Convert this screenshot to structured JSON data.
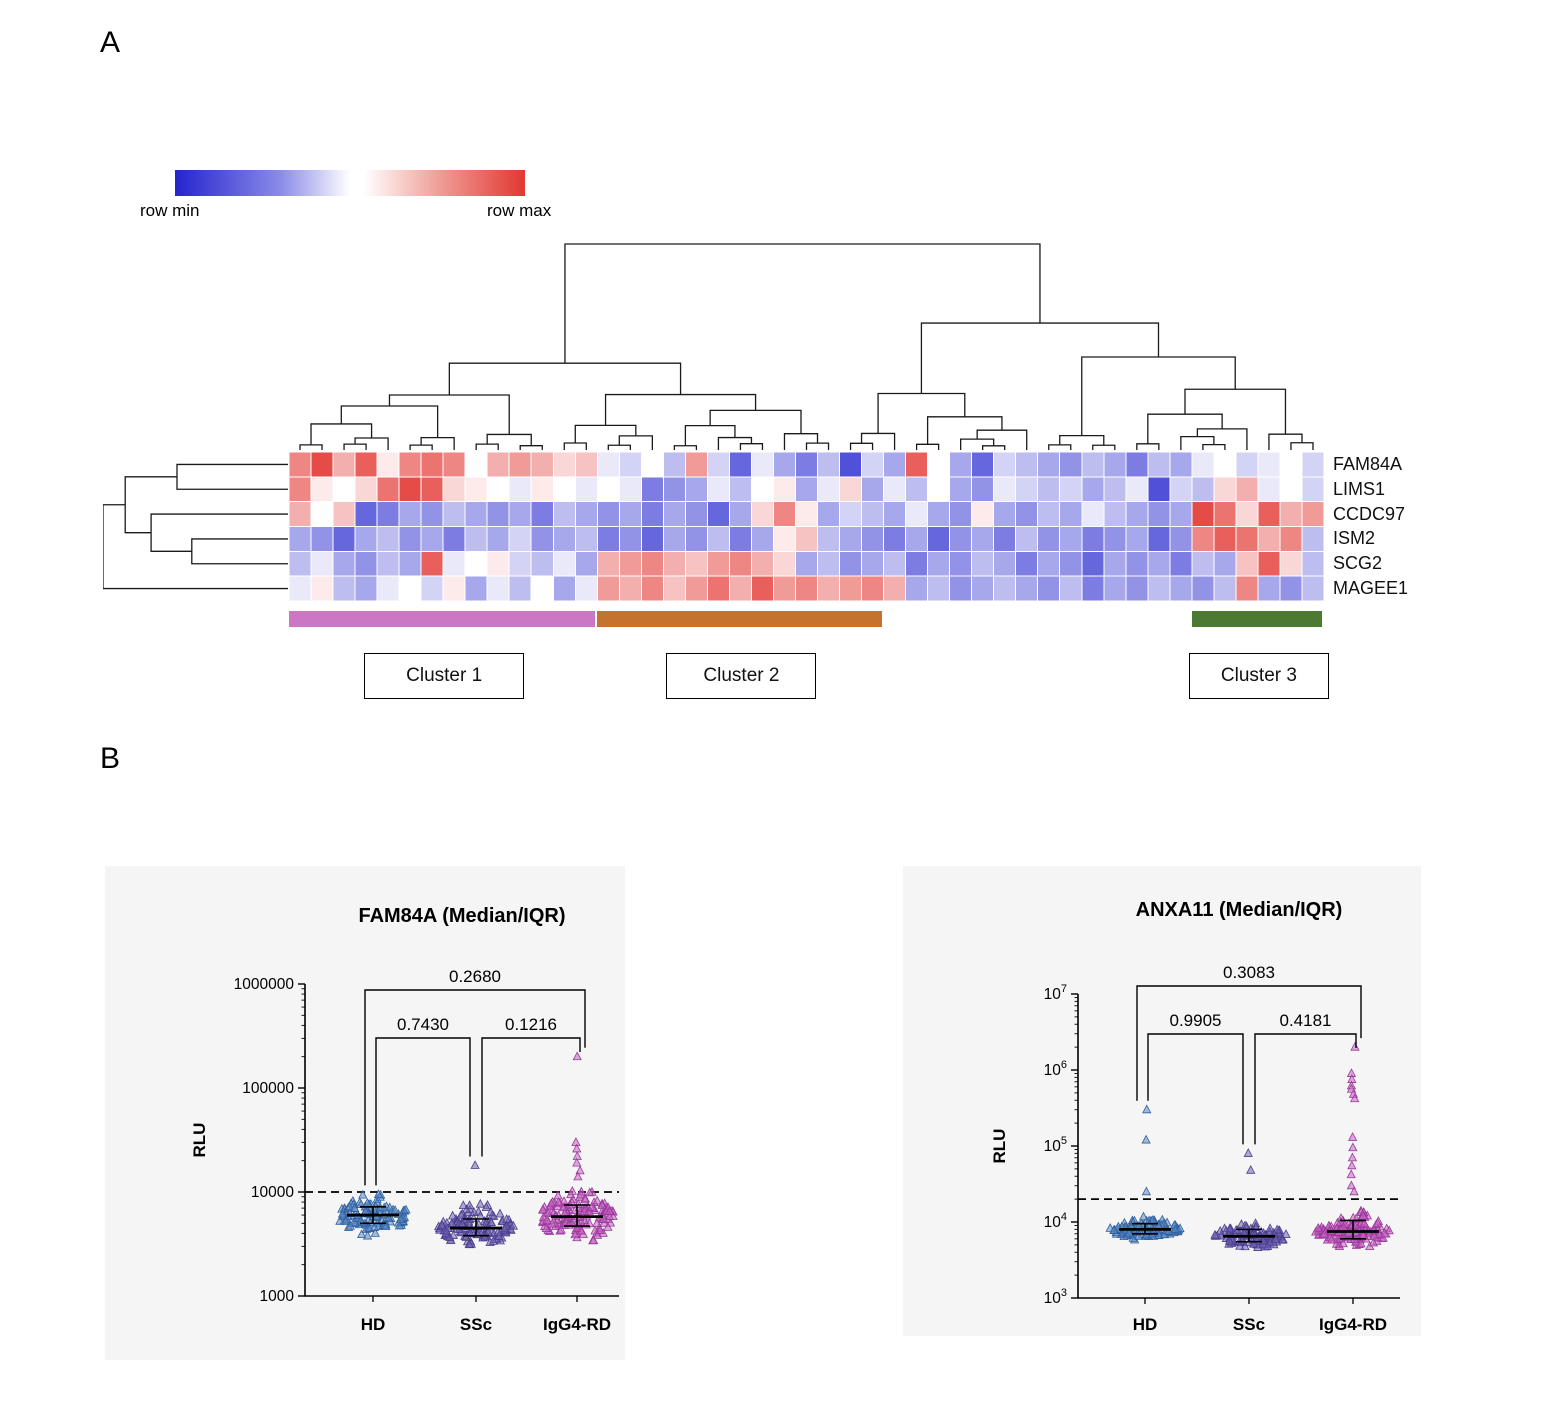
{
  "panels": {
    "a_label": "A",
    "b_label": "B"
  },
  "chart_data": [
    {
      "type": "heatmap",
      "row_labels": [
        "FAM84A",
        "LIMS1",
        "CCDC97",
        "ISM2",
        "SCG2",
        "MAGEE1"
      ],
      "n_columns": 47,
      "colormap": {
        "min": "#2424ce",
        "mid": "#ffffff",
        "max": "#e23732",
        "min_label": "row min",
        "max_label": "row max"
      },
      "row_dendrogram": {
        "h": 1,
        "children": [
          {
            "h": 0.88,
            "children": [
              {
                "h": 0.6,
                "children": [
                  0,
                  1
                ]
              },
              {
                "h": 0.74,
                "children": [
                  2,
                  {
                    "h": 0.52,
                    "children": [
                      3,
                      4
                    ]
                  }
                ]
              }
            ]
          },
          5
        ]
      },
      "values": [
        [
          0.8,
          0.95,
          0.7,
          0.9,
          0.55,
          0.8,
          0.85,
          0.8,
          0.5,
          0.7,
          0.75,
          0.7,
          0.6,
          0.65,
          0.45,
          0.4,
          0.5,
          0.35,
          0.75,
          0.4,
          0.15,
          0.45,
          0.3,
          0.2,
          0.35,
          0.1,
          0.4,
          0.3,
          0.9,
          0.5,
          0.3,
          0.15,
          0.4,
          0.35,
          0.3,
          0.25,
          0.35,
          0.3,
          0.2,
          0.35,
          0.3,
          0.45,
          0.5,
          0.4,
          0.45,
          0.5,
          0.4
        ],
        [
          0.8,
          0.55,
          0.5,
          0.6,
          0.85,
          0.95,
          0.9,
          0.6,
          0.55,
          0.5,
          0.45,
          0.55,
          0.5,
          0.45,
          0.5,
          0.45,
          0.2,
          0.25,
          0.3,
          0.45,
          0.35,
          0.5,
          0.55,
          0.3,
          0.45,
          0.6,
          0.3,
          0.45,
          0.35,
          0.5,
          0.3,
          0.25,
          0.45,
          0.4,
          0.35,
          0.4,
          0.3,
          0.35,
          0.45,
          0.1,
          0.4,
          0.35,
          0.6,
          0.7,
          0.45,
          0.5,
          0.4
        ],
        [
          0.7,
          0.5,
          0.65,
          0.15,
          0.2,
          0.3,
          0.25,
          0.35,
          0.3,
          0.25,
          0.3,
          0.2,
          0.35,
          0.3,
          0.25,
          0.3,
          0.2,
          0.3,
          0.25,
          0.15,
          0.3,
          0.6,
          0.8,
          0.55,
          0.3,
          0.4,
          0.35,
          0.3,
          0.45,
          0.3,
          0.25,
          0.55,
          0.3,
          0.25,
          0.35,
          0.3,
          0.45,
          0.35,
          0.3,
          0.25,
          0.3,
          0.95,
          0.85,
          0.6,
          0.9,
          0.7,
          0.75
        ],
        [
          0.3,
          0.25,
          0.15,
          0.3,
          0.35,
          0.25,
          0.3,
          0.2,
          0.35,
          0.3,
          0.4,
          0.25,
          0.3,
          0.35,
          0.2,
          0.25,
          0.15,
          0.3,
          0.25,
          0.35,
          0.2,
          0.3,
          0.55,
          0.65,
          0.35,
          0.3,
          0.25,
          0.2,
          0.3,
          0.15,
          0.25,
          0.3,
          0.2,
          0.35,
          0.25,
          0.3,
          0.2,
          0.25,
          0.3,
          0.15,
          0.25,
          0.8,
          0.9,
          0.85,
          0.7,
          0.8,
          0.35
        ],
        [
          0.35,
          0.45,
          0.3,
          0.25,
          0.35,
          0.3,
          0.9,
          0.45,
          0.5,
          0.55,
          0.4,
          0.35,
          0.45,
          0.3,
          0.7,
          0.75,
          0.8,
          0.7,
          0.65,
          0.75,
          0.8,
          0.7,
          0.6,
          0.3,
          0.35,
          0.25,
          0.3,
          0.35,
          0.2,
          0.3,
          0.25,
          0.35,
          0.3,
          0.2,
          0.3,
          0.25,
          0.15,
          0.3,
          0.25,
          0.3,
          0.2,
          0.35,
          0.3,
          0.65,
          0.9,
          0.6,
          0.35
        ],
        [
          0.45,
          0.55,
          0.35,
          0.3,
          0.45,
          0.5,
          0.4,
          0.55,
          0.3,
          0.45,
          0.35,
          0.5,
          0.3,
          0.45,
          0.75,
          0.7,
          0.8,
          0.65,
          0.75,
          0.85,
          0.7,
          0.9,
          0.75,
          0.8,
          0.7,
          0.75,
          0.8,
          0.7,
          0.3,
          0.35,
          0.25,
          0.3,
          0.35,
          0.3,
          0.25,
          0.35,
          0.2,
          0.3,
          0.25,
          0.35,
          0.3,
          0.25,
          0.35,
          0.8,
          0.3,
          0.25,
          0.35
        ]
      ],
      "clusters": [
        {
          "label": "Cluster 1",
          "color": "#cb77c4",
          "col_start": 0,
          "col_end": 13
        },
        {
          "label": "Cluster 2",
          "color": "#c4722e",
          "col_start": 14,
          "col_end": 26
        },
        {
          "label": "Cluster 3",
          "color": "#4d7a33",
          "col_start": 41,
          "col_end": 46
        }
      ]
    },
    {
      "type": "scatter",
      "title": "FAM84A (Median/IQR)",
      "ylabel": "RLU",
      "x_categories": [
        "HD",
        "SSc",
        "IgG4-RD"
      ],
      "y_scale": "log10",
      "ylim": [
        1000,
        1000000
      ],
      "yticks": [
        1000,
        10000,
        100000,
        1000000
      ],
      "ytick_labels": [
        "1000",
        "10000",
        "100000",
        "1000000"
      ],
      "threshold_line": 10000,
      "groups": [
        {
          "name": "HD",
          "color": "#5b8ac5",
          "edge": "#2f5f9f",
          "n": 110,
          "median": 6000,
          "iqr": [
            5000,
            7200
          ],
          "spread_sigma": 0.085,
          "clip": [
            3600,
            10500
          ],
          "outliers": []
        },
        {
          "name": "SSc",
          "color": "#7365b1",
          "edge": "#4a3d8f",
          "n": 125,
          "median": 4500,
          "iqr": [
            3800,
            5500
          ],
          "spread_sigma": 0.095,
          "clip": [
            3000,
            9000
          ],
          "outliers": [
            18000
          ]
        },
        {
          "name": "IgG4-RD",
          "color": "#c963c3",
          "edge": "#98389a",
          "n": 140,
          "median": 5800,
          "iqr": [
            4700,
            7500
          ],
          "spread_sigma": 0.12,
          "clip": [
            3400,
            12500
          ],
          "outliers": [
            200000,
            30000,
            26000,
            22000,
            19000,
            16000,
            14000
          ]
        }
      ],
      "comparisons": [
        {
          "group1": "HD",
          "group2": "IgG4-RD",
          "p": "0.2680",
          "level": "outer"
        },
        {
          "group1": "HD",
          "group2": "SSc",
          "p": "0.7430",
          "level": "inner"
        },
        {
          "group1": "SSc",
          "group2": "IgG4-RD",
          "p": "0.1216",
          "level": "inner"
        }
      ]
    },
    {
      "type": "scatter",
      "title": "ANXA11 (Median/IQR)",
      "ylabel": "RLU",
      "x_categories": [
        "HD",
        "SSc",
        "IgG4-RD"
      ],
      "y_scale": "log10",
      "ylim": [
        1000,
        10000000
      ],
      "yticks": [
        1000,
        10000,
        100000,
        1000000,
        10000000
      ],
      "ytick_labels": [
        "10^3",
        "10^4",
        "10^5",
        "10^6",
        "10^7"
      ],
      "threshold_line": 20000,
      "groups": [
        {
          "name": "HD",
          "color": "#5b8ac5",
          "edge": "#2f5f9f",
          "n": 110,
          "median": 8000,
          "iqr": [
            7000,
            9500
          ],
          "spread_sigma": 0.065,
          "clip": [
            5800,
            12000
          ],
          "outliers": [
            300000,
            120000,
            25000
          ]
        },
        {
          "name": "SSc",
          "color": "#7365b1",
          "edge": "#4a3d8f",
          "n": 125,
          "median": 6500,
          "iqr": [
            5500,
            8000
          ],
          "spread_sigma": 0.08,
          "clip": [
            4600,
            11500
          ],
          "outliers": [
            80000,
            48000
          ]
        },
        {
          "name": "IgG4-RD",
          "color": "#c963c3",
          "edge": "#98389a",
          "n": 140,
          "median": 7500,
          "iqr": [
            6000,
            10500
          ],
          "spread_sigma": 0.1,
          "clip": [
            4500,
            16000
          ],
          "outliers": [
            2000000,
            900000,
            750000,
            620000,
            560000,
            480000,
            420000,
            130000,
            95000,
            70000,
            55000,
            42000,
            30000,
            25000
          ]
        }
      ],
      "comparisons": [
        {
          "group1": "HD",
          "group2": "IgG4-RD",
          "p": "0.3083",
          "level": "outer"
        },
        {
          "group1": "HD",
          "group2": "SSc",
          "p": "0.9905",
          "level": "inner"
        },
        {
          "group1": "SSc",
          "group2": "IgG4-RD",
          "p": "0.4181",
          "level": "inner"
        }
      ]
    }
  ]
}
